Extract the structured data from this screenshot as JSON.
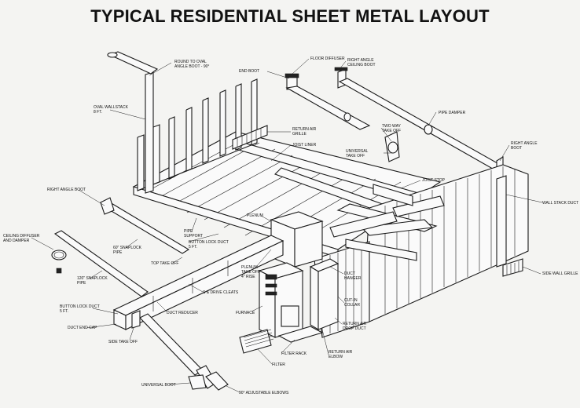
{
  "title": "TYPICAL RESIDENTIAL SHEET METAL LAYOUT",
  "labels": {
    "round_to_oval": "ROUND TO OVAL\nANGLE BOOT - 90°",
    "floor_diffuser": "FLOOR DIFFUSER",
    "right_angle_ceiling_boot": "RIGHT ANGLE\nCEILING BOOT",
    "end_boot": "END BOOT",
    "oval_wallstack": "OVAL WALLSTACK\n8 FT.",
    "pipe_damper": "PIPE DAMPER",
    "return_air_grille": "RETURN AIR\nGRILLE",
    "two_way_take_off": "TWO WAY\nTAKE OFF",
    "joist_liner": "JOIST LINER",
    "universal_take_off": "UNIVERSAL\nTAKE OFF",
    "right_angle_boot_right": "RIGHT ANGLE\nBOOT",
    "joist_stop": "JOIST STOP",
    "right_angle_boot_left": "RIGHT ANGLE BOOT",
    "wall_stack_duct": "WALL STACK DUCT",
    "plenum": "PLENUM",
    "pipe_support": "PIPE\nSUPPORT",
    "button_lock_duct_top": "BUTTON LOCK DUCT\n5 FT.",
    "ceiling_diffuser": "CEILING DIFFUSER\nAND DAMPER",
    "snaplock_60": "60\" SNAPLOCK\nPIPE",
    "top_take_off": "TOP TAKE OFF",
    "plenum_take_off": "PLENUM\nTAKE OFF\n4\" RISE",
    "duct_hanger": "DUCT\nHANGER",
    "side_wall_grille": "SIDE WALL GRILLE",
    "snaplock_120": "120\" SNAPLOCK\nPIPE",
    "s_drive_cleats": "S & DRIVE CLEATS",
    "button_lock_duct_left": "BUTTON LOCK DUCT\n5 FT.",
    "duct_reducer": "DUCT REDUCER",
    "furnace": "FURNACE",
    "cut_in_collar": "CUT-IN\nCOLLAR",
    "duct_end_cap": "DUCT END CAP",
    "return_air_drop_duct": "RETURN AIR\nDROP DUCT",
    "side_take_off": "SIDE TAKE OFF",
    "filter_rack": "FILTER RACK",
    "return_air_elbow": "RETURN AIR\nELBOW",
    "filter": "FILTER",
    "universal_boot": "UNIVERSAL BOOT",
    "adjustable_elbows": "90° ADJUSTABLE ELBOWS"
  }
}
